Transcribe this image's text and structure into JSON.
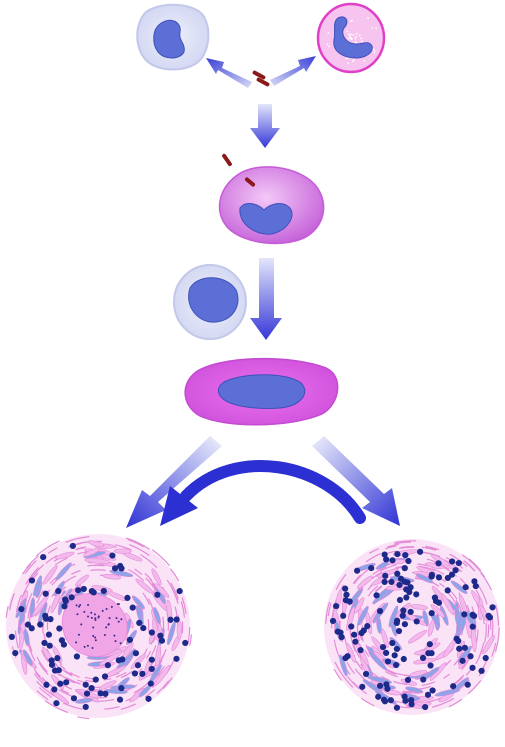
{
  "diagram": {
    "background": "#ffffff",
    "colors": {
      "pale_cell": "#dcdff3",
      "pale_cell_edge": "#c3c8ea",
      "nucleus_blue": "#5b6fd6",
      "nucleus_edge": "#3f50b8",
      "pink_cell": "#f7c4ef",
      "pink_edge": "#e040c8",
      "magenta_cell": "#cf6fe0",
      "magenta_bright": "#e062e8",
      "arrow_blue": "#3536d8",
      "arrow_light": "#c9cdf5",
      "rod_red": "#8a1a1a",
      "granuloma_pink": "#f0a6e6",
      "granuloma_fiber": "#e48bd8",
      "dot_navy": "#1d2a8a",
      "spindle_blue": "#8fa3e8"
    },
    "nodes": [
      {
        "name": "lymphocyte-cell",
        "shape": "pale-round-cell"
      },
      {
        "name": "granular-leukocyte-cell",
        "shape": "pink-granular-cell"
      },
      {
        "name": "bacilli",
        "shape": "paired-red-rods"
      },
      {
        "name": "infected-macrophage-cell",
        "shape": "magenta-cell-with-rods"
      },
      {
        "name": "lymphocyte-cell-2",
        "shape": "pale-round-cell"
      },
      {
        "name": "epithelioid-cell",
        "shape": "flat-magenta-cell"
      },
      {
        "name": "granuloma-left",
        "shape": "round-granuloma-with-pink-center"
      },
      {
        "name": "granuloma-right",
        "shape": "round-granuloma-dense-dots"
      }
    ],
    "arrows": [
      {
        "name": "arrow-to-lymphocyte",
        "style": "gradient"
      },
      {
        "name": "arrow-to-granulocyte",
        "style": "gradient"
      },
      {
        "name": "arrow-down-to-macrophage",
        "style": "gradient"
      },
      {
        "name": "arrow-down-to-epithelioid",
        "style": "gradient"
      },
      {
        "name": "arrow-to-granuloma-left",
        "style": "gradient"
      },
      {
        "name": "arrow-to-granuloma-right",
        "style": "gradient"
      },
      {
        "name": "curved-arrow-right-to-left",
        "style": "solid"
      }
    ]
  }
}
